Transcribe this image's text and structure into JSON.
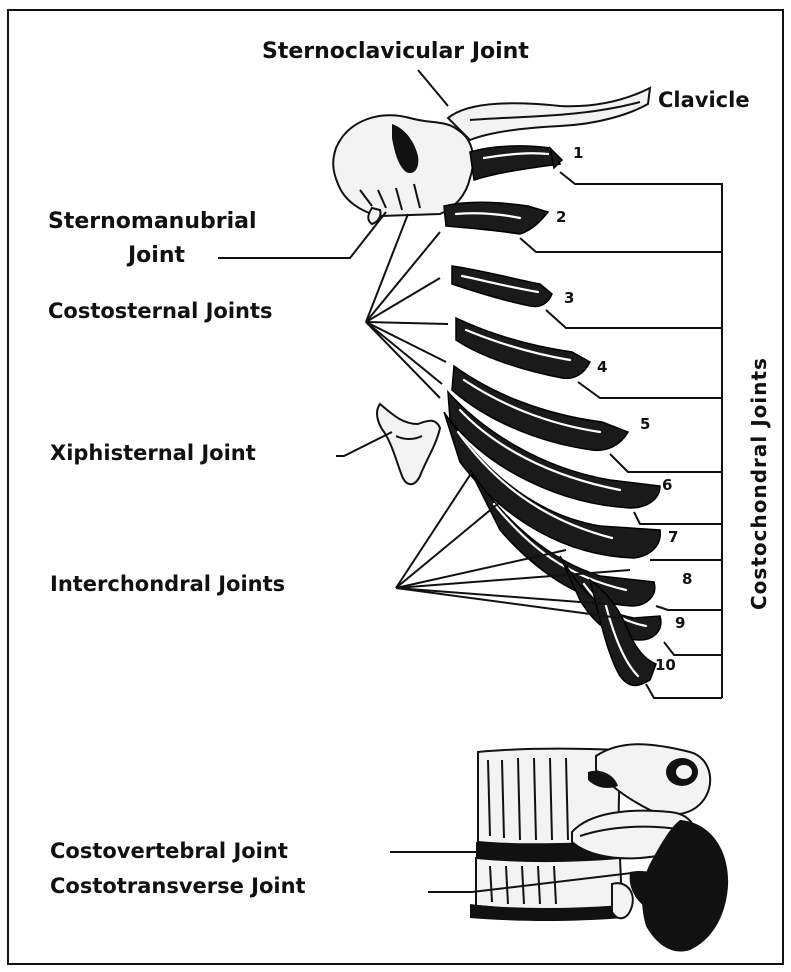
{
  "labels": {
    "sternoclavicular": "Sternoclavicular Joint",
    "clavicle": "Clavicle",
    "sternomanubrial_line1": "Sternomanubrial",
    "sternomanubrial_line2": "Joint",
    "costosternal": "Costosternal Joints",
    "xiphisternal": "Xiphisternal Joint",
    "interchondral": "Interchondral Joints",
    "costochondral": "Costochondral Joints",
    "costovertebral": "Costovertebral Joint",
    "costotransverse": "Costotransverse Joint"
  },
  "rib_numbers": [
    "1",
    "2",
    "3",
    "4",
    "5",
    "6",
    "7",
    "8",
    "9",
    "10"
  ]
}
